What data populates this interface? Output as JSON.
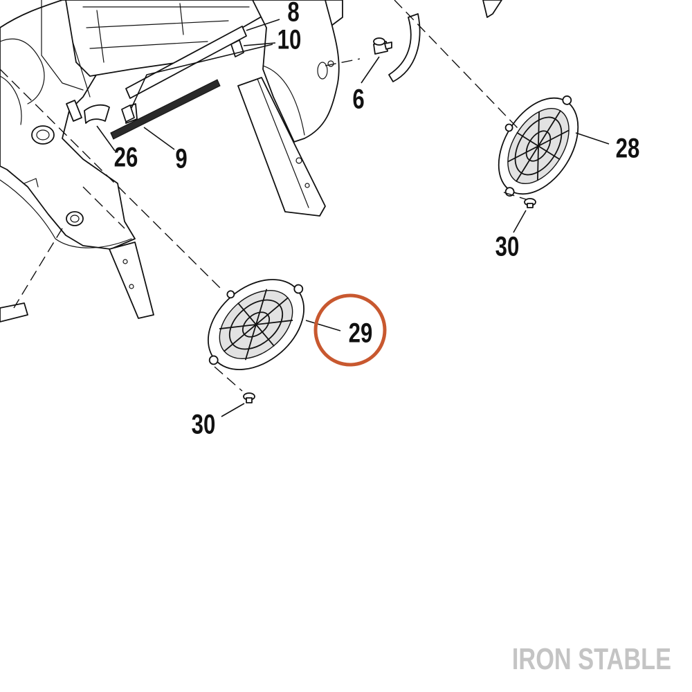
{
  "callouts": [
    {
      "id": "8",
      "label": "8"
    },
    {
      "id": "10",
      "label": "10"
    },
    {
      "id": "6",
      "label": "6"
    },
    {
      "id": "26",
      "label": "26"
    },
    {
      "id": "9",
      "label": "9"
    },
    {
      "id": "28",
      "label": "28"
    },
    {
      "id": "30a",
      "label": "30"
    },
    {
      "id": "29",
      "label": "29"
    },
    {
      "id": "30b",
      "label": "30"
    }
  ],
  "highlighted_callout": "29",
  "watermark": "IRON STABLE",
  "colors": {
    "highlight_ring": "#c8582f",
    "watermark": "#c4c4c4",
    "line": "#111111",
    "shade": "#e2e2e2"
  }
}
